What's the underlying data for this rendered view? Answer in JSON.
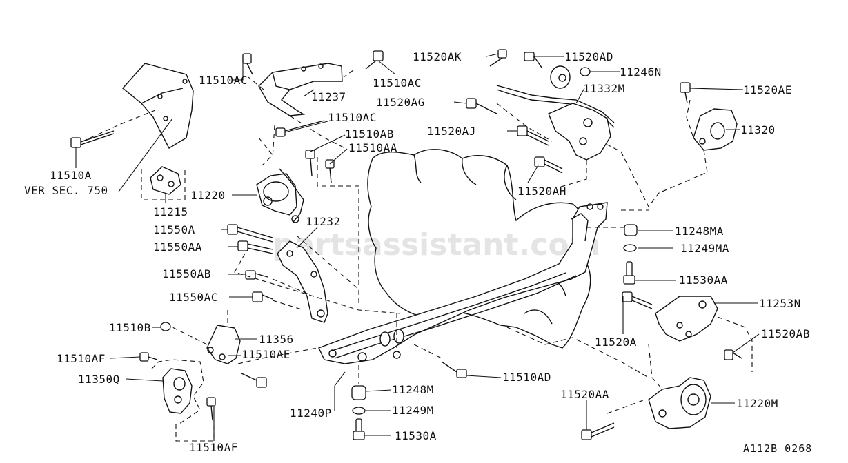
{
  "watermark": "partsassistant.com",
  "reference_code": "A112B 0268",
  "labels": {
    "l_11510AC_a": "11510AC",
    "l_11237": "11237",
    "l_11510AC_b": "11510AC",
    "l_11520AK": "11520AK",
    "l_11520AD": "11520AD",
    "l_11246N": "11246N",
    "l_11332M": "11332M",
    "l_11520AE": "11520AE",
    "l_11520AG": "11520AG",
    "l_11320": "11320",
    "l_11520AJ": "11520AJ",
    "l_11510AC_c": "11510AC",
    "l_11510AB": "11510AB",
    "l_11510AA": "11510AA",
    "l_11510A": "11510A",
    "l_ver_sec": "VER SEC. 750",
    "l_11215": "11215",
    "l_11220": "11220",
    "l_11520AH": "11520AH",
    "l_11232": "11232",
    "l_11550A": "11550A",
    "l_11550AA": "11550AA",
    "l_11248MA": "11248MA",
    "l_11249MA": "11249MA",
    "l_11550AB": "11550AB",
    "l_11530AA": "11530AA",
    "l_11550AC": "11550AC",
    "l_11253N": "11253N",
    "l_11510B": "11510B",
    "l_11356": "11356",
    "l_11520A": "11520A",
    "l_11520AB": "11520AB",
    "l_11510AE": "11510AE",
    "l_11510AF_a": "11510AF",
    "l_11510AD": "11510AD",
    "l_11350Q": "11350Q",
    "l_11248M": "11248M",
    "l_11520AA": "11520AA",
    "l_11220M": "11220M",
    "l_11249M": "11249M",
    "l_11240P": "11240P",
    "l_11530A": "11530A",
    "l_11510AF_b": "11510AF"
  }
}
